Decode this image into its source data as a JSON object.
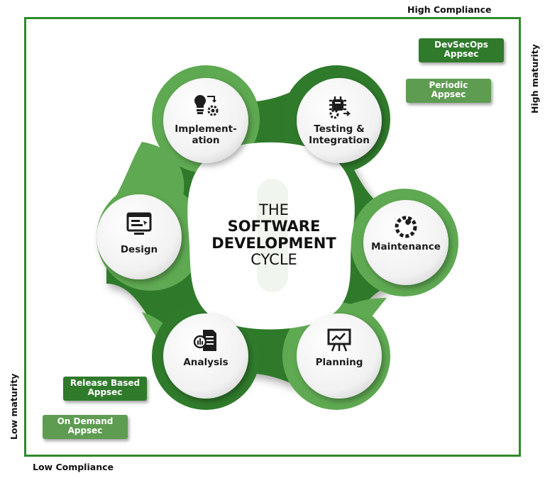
{
  "axes": {
    "top": "High Compliance",
    "bottom": "Low Compliance",
    "right": "High maturity",
    "left": "Low maturity"
  },
  "tags": {
    "devsecops": {
      "line1": "DevSecOps",
      "line2": "Appsec"
    },
    "periodic": {
      "line1": "Periodic",
      "line2": "Appsec"
    },
    "release": {
      "line1": "Release Based",
      "line2": "Appsec"
    },
    "ondemand": {
      "line1": "On Demand",
      "line2": "Appsec"
    }
  },
  "center": {
    "line1": "THE",
    "line2": "SOFTWARE",
    "line3": "DEVELOPMENT",
    "line4": "CYCLE"
  },
  "nodes": {
    "implementation": {
      "line1": "Implement-",
      "line2": "ation",
      "icon": "lightbulb-gear-icon"
    },
    "testing": {
      "line1": "Testing &",
      "line2": "Integration",
      "icon": "bug-gear-icon"
    },
    "maintenance": {
      "line1": "Maintenance",
      "icon": "wrench-gear-icon"
    },
    "planning": {
      "line1": "Planning",
      "icon": "presentation-board-icon"
    },
    "analysis": {
      "line1": "Analysis",
      "icon": "report-chart-icon"
    },
    "design": {
      "line1": "Design",
      "icon": "browser-window-icon"
    }
  },
  "colors": {
    "frame": "#2f8a2a",
    "ring_dark": "#2f7a2b",
    "ring_light": "#5fa952",
    "tag_dark": "#2f7a2b",
    "tag_light": "#5e9c52"
  }
}
